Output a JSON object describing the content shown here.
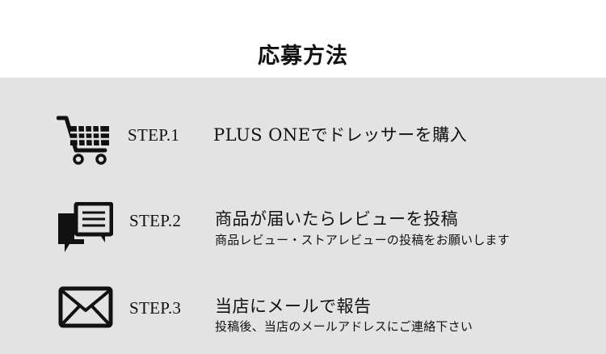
{
  "title": "応募方法",
  "steps": [
    {
      "label": "STEP.1",
      "main": "PLUS ONEでドレッサーを購入",
      "sub": "",
      "icon": "shopping-cart-icon"
    },
    {
      "label": "STEP.2",
      "main": "商品が届いたらレビューを投稿",
      "sub": "商品レビュー・ストアレビューの投稿をお願いします",
      "icon": "chat-bubbles-icon"
    },
    {
      "label": "STEP.3",
      "main": "当店にメールで報告",
      "sub": "投稿後、当店のメールアドレスにご連絡下さい",
      "icon": "envelope-icon"
    }
  ],
  "colors": {
    "background": "#ffffff",
    "panel": "#e3e3e3",
    "text": "#111111"
  }
}
